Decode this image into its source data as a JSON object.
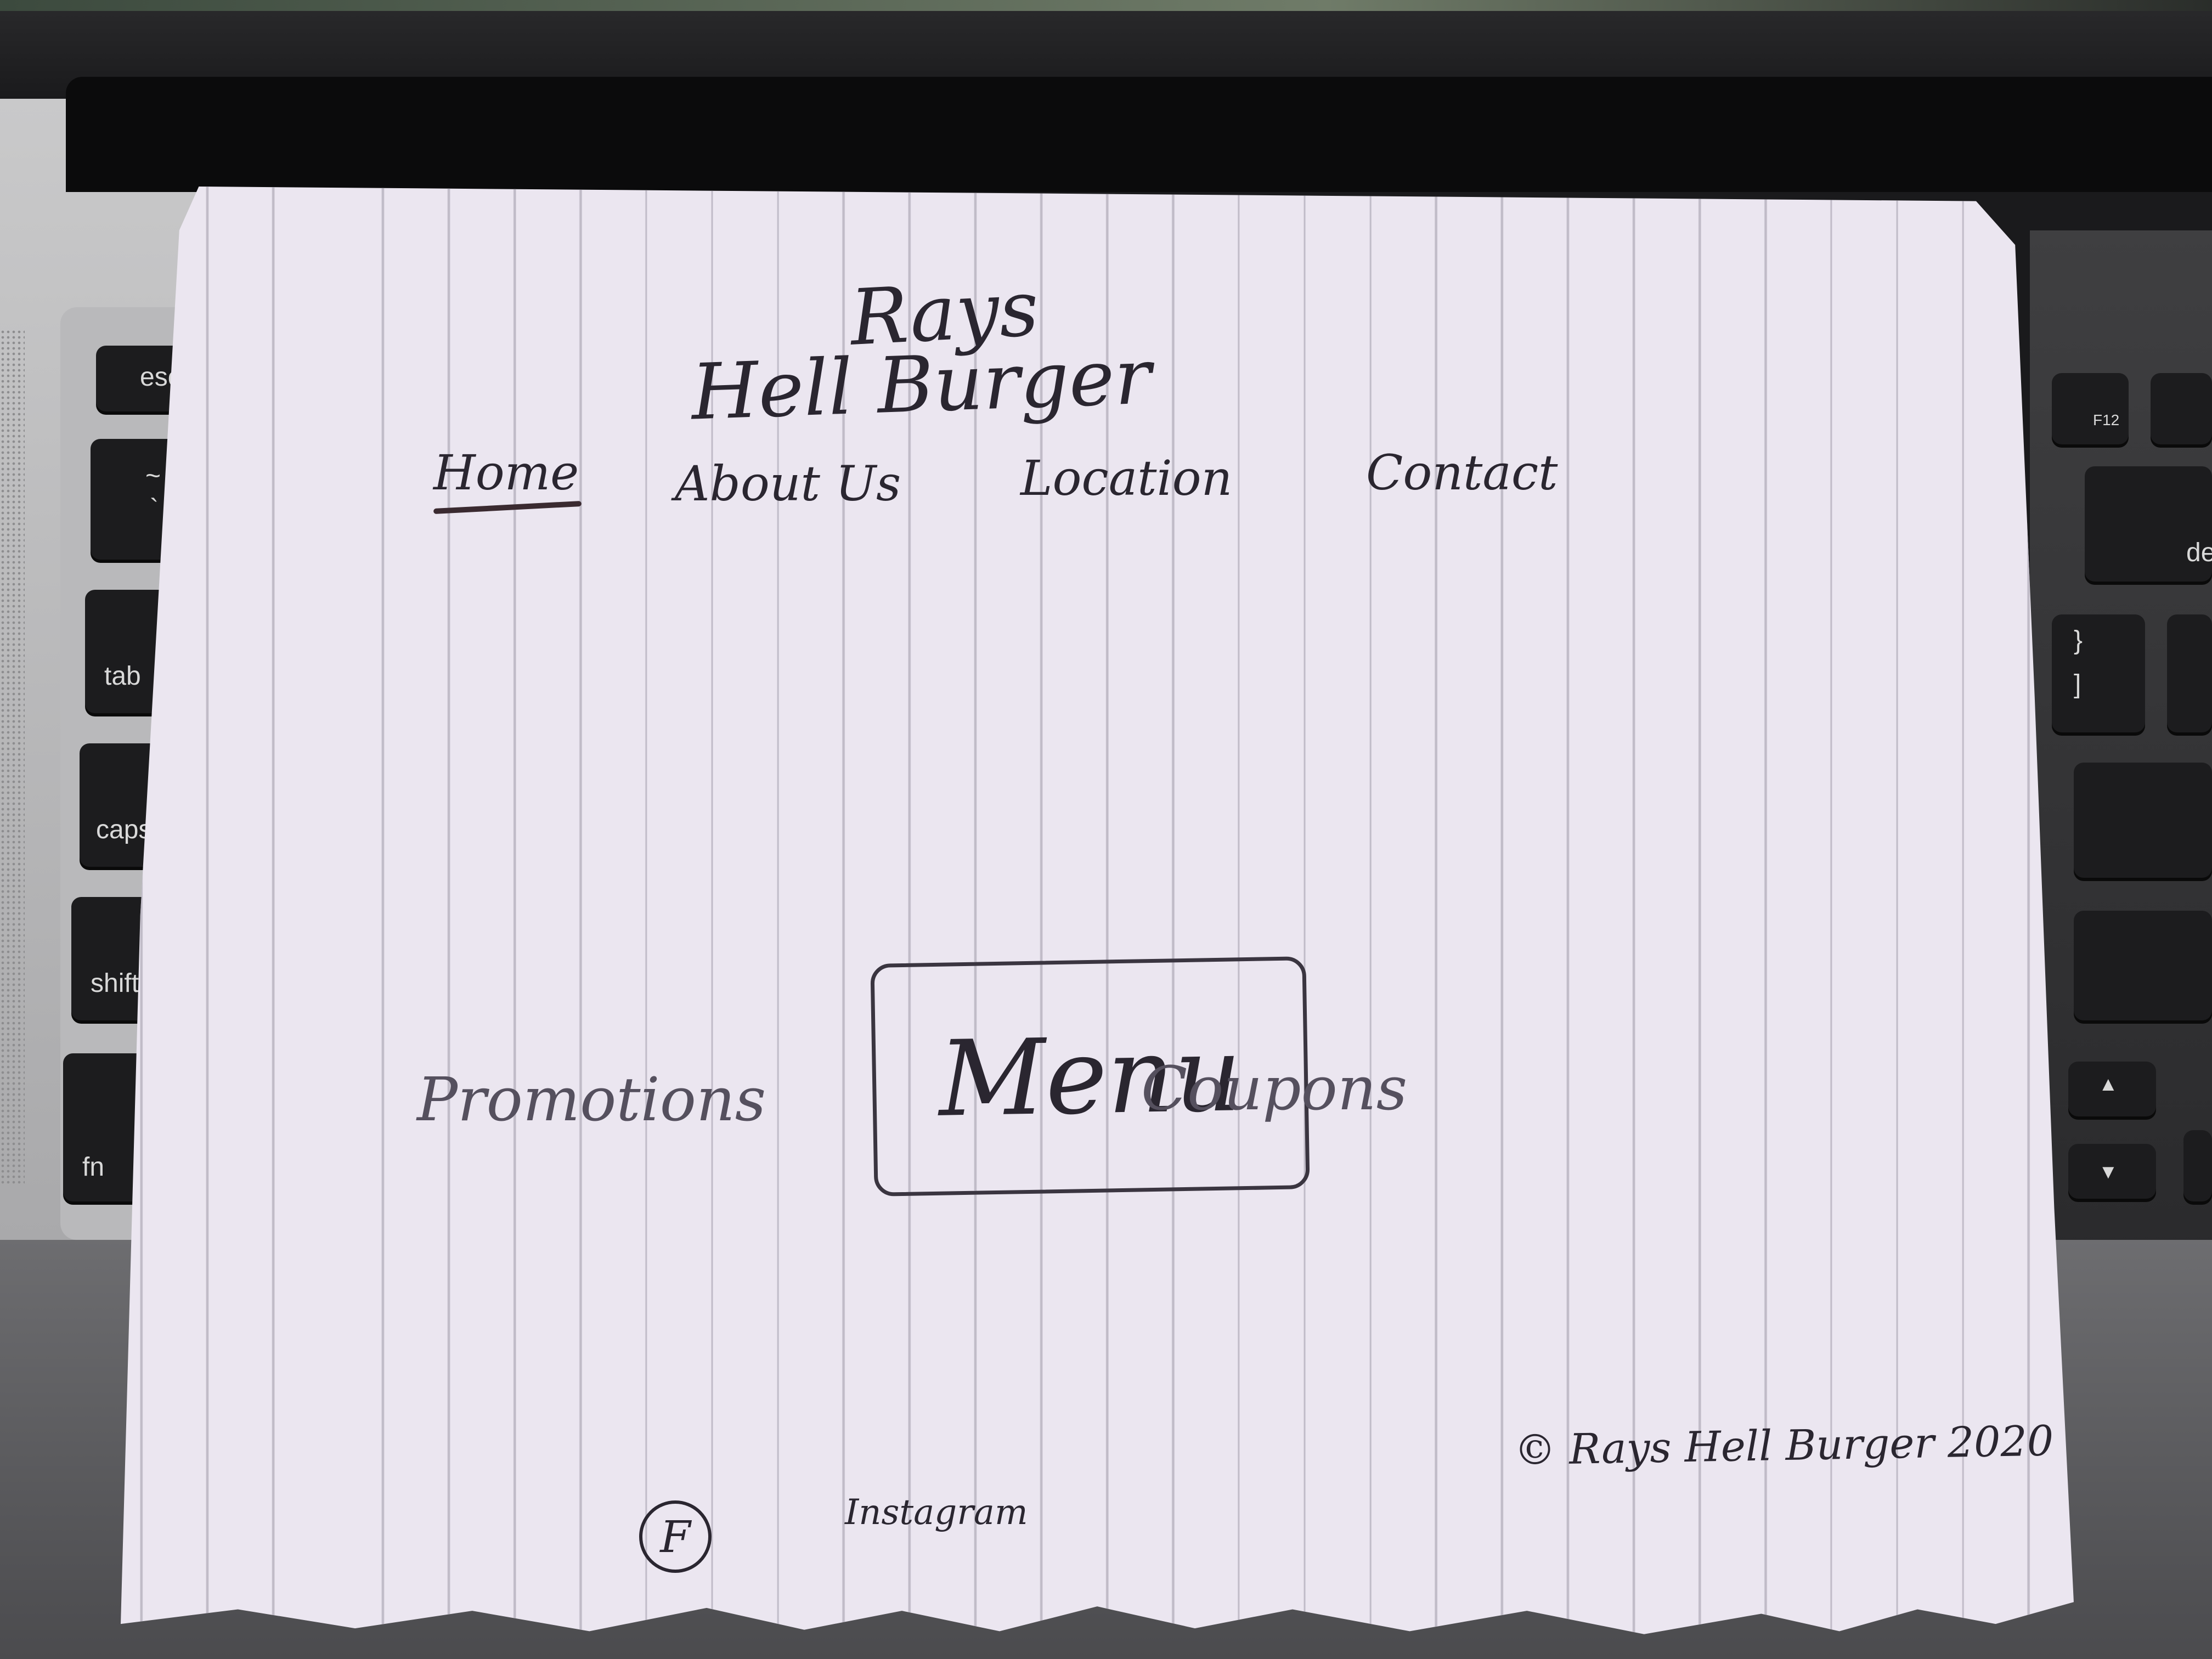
{
  "laptop_keys": {
    "esc": "esc",
    "tilde": "~",
    "backtick": "`",
    "tab": "tab",
    "caps": "caps lo",
    "shift": "shift",
    "fn": "fn",
    "f12": "F12",
    "delete": "de",
    "brace": "}",
    "bracket": "]",
    "up": "▲",
    "down": "▼"
  },
  "sketch": {
    "title_line1": "Rays",
    "title_line2": "Hell Burger",
    "nav": [
      "Home",
      "About Us",
      "Location",
      "Contact"
    ],
    "active_nav_index": 0,
    "menu_button": "Menu",
    "sections": [
      "Promotions",
      "Coupons"
    ],
    "footer_social_icon": "F",
    "footer_instagram": "Instagram",
    "copyright": "© Rays Hell Burger 2020"
  }
}
